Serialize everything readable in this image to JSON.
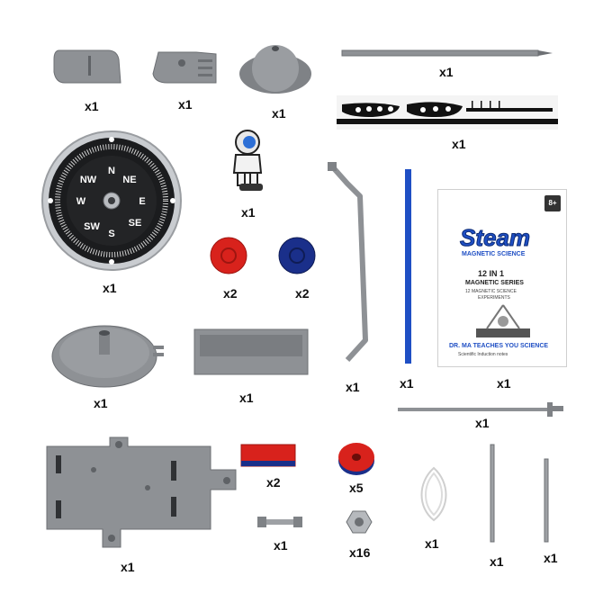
{
  "colors": {
    "plastic_gray": "#8e9195",
    "plastic_dark": "#6d7074",
    "magnet_red": "#d8221c",
    "magnet_blue": "#1a2f8a",
    "rod_blue": "#1f4fc4",
    "background": "#ffffff"
  },
  "compass": {
    "directions": [
      "N",
      "NE",
      "E",
      "SE",
      "S",
      "SW",
      "W",
      "NW"
    ]
  },
  "manual": {
    "title": "Steam",
    "subtitle": "MAGNETIC SCIENCE",
    "count_line": "12 IN 1",
    "series_line": "MAGNETIC SERIES",
    "small_line_1": "12 MAGNETIC SCIENCE",
    "small_line_2": "EXPERIMENTS",
    "age_badge": "8+",
    "footer_line": "DR. MA TEACHES YOU SCIENCE",
    "footer_small": "Scientific Induction notes"
  },
  "quantities": {
    "tab_piece": "x1",
    "clip_piece": "x1",
    "dome_cap": "x1",
    "long_pin": "x1",
    "sticker_sheet": "x1",
    "compass_dial": "x1",
    "astronaut_figure": "x1",
    "red_disc": "x2",
    "blue_disc": "x2",
    "bent_rod": "x1",
    "blue_rod": "x1",
    "manual_booklet": "x1",
    "round_stand": "x1",
    "tray": "x1",
    "thin_pin": "x1",
    "base_plate": "x1",
    "bar_magnet": "x2",
    "ring_magnet": "x5",
    "bolt": "x1",
    "hex_nut": "x16",
    "string_loop": "x1",
    "metal_rod_long": "x1",
    "metal_rod_short": "x1"
  }
}
